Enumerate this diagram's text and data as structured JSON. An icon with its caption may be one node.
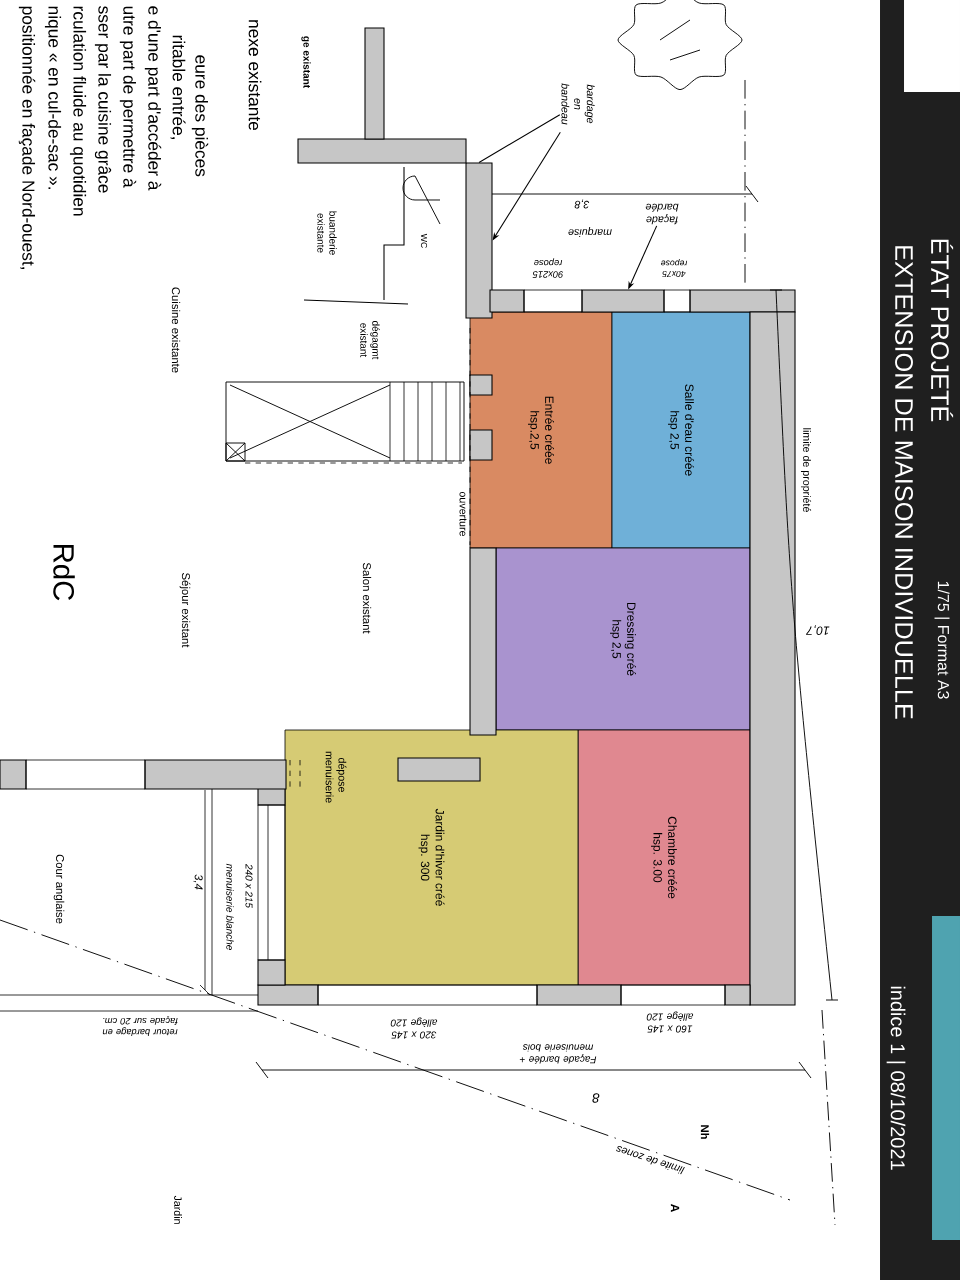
{
  "diagram": {
    "title": "EXTENSION DE MAISON INDIVIDUELLE",
    "nodes": [
      {
        "text": [
          "Entrée créée",
          "hsp.2,5"
        ]
      },
      {
        "text": [
          "Salle d'eau créée",
          "hsp 2,5"
        ]
      },
      {
        "text": [
          "Dressing créé",
          "hsp 2,5"
        ]
      },
      {
        "text": [
          "Chambre créée",
          "hsp. 3.00"
        ]
      },
      {
        "text": [
          "Jardin d'hiver créé",
          "hsp. 300"
        ]
      },
      {
        "text": [
          "bardage en bandeau"
        ]
      },
      {
        "text": [
          "façade bardée"
        ]
      },
      {
        "text": [],
        "shape": "wall"
      },
      {
        "text": [],
        "shape": "wall"
      }
    ],
    "edges": [
      {
        "from": 5,
        "to": 7,
        "arrow": "to"
      },
      {
        "from": 5,
        "to": 7,
        "arrow": "none"
      },
      {
        "from": 6,
        "to": 8,
        "arrow": "to"
      }
    ],
    "labels": [
      "ge existant",
      "nexe existante",
      "eure des pièces",
      "ritable entrée,",
      "e d'une part d'accéder à",
      "utre part de permettre à",
      "sser par la cuisine grâce",
      "rculation fluide au quotidien",
      "nique « en cul-de-sac ».",
      "positionnée en façade Nord-ouest,",
      "ÉTAT PROJETÉ",
      "1/75 | Format A3",
      "3,8",
      "marquise",
      "90x215 repose",
      "40x75 repose",
      "buanderie existante",
      "WC",
      "dégagmt existant",
      "Cuisine existante",
      "ouverture",
      "limite de propriété",
      "10,7",
      "Salon existant",
      "RdC",
      "Séjour existant",
      "dépose menuiserie",
      "Cour anglaise",
      "240 x 215",
      "menuiserie blanche",
      "3,4",
      "indice 1 | 08/10/2021",
      "retour bardage en façade sur 20 cm.",
      "320 x 145 allège 120",
      "Jardin",
      "160 x 145 allège 120",
      "Façade bardée + menuiserie bois",
      "8",
      "Nh",
      "limite de zones",
      "A"
    ]
  }
}
